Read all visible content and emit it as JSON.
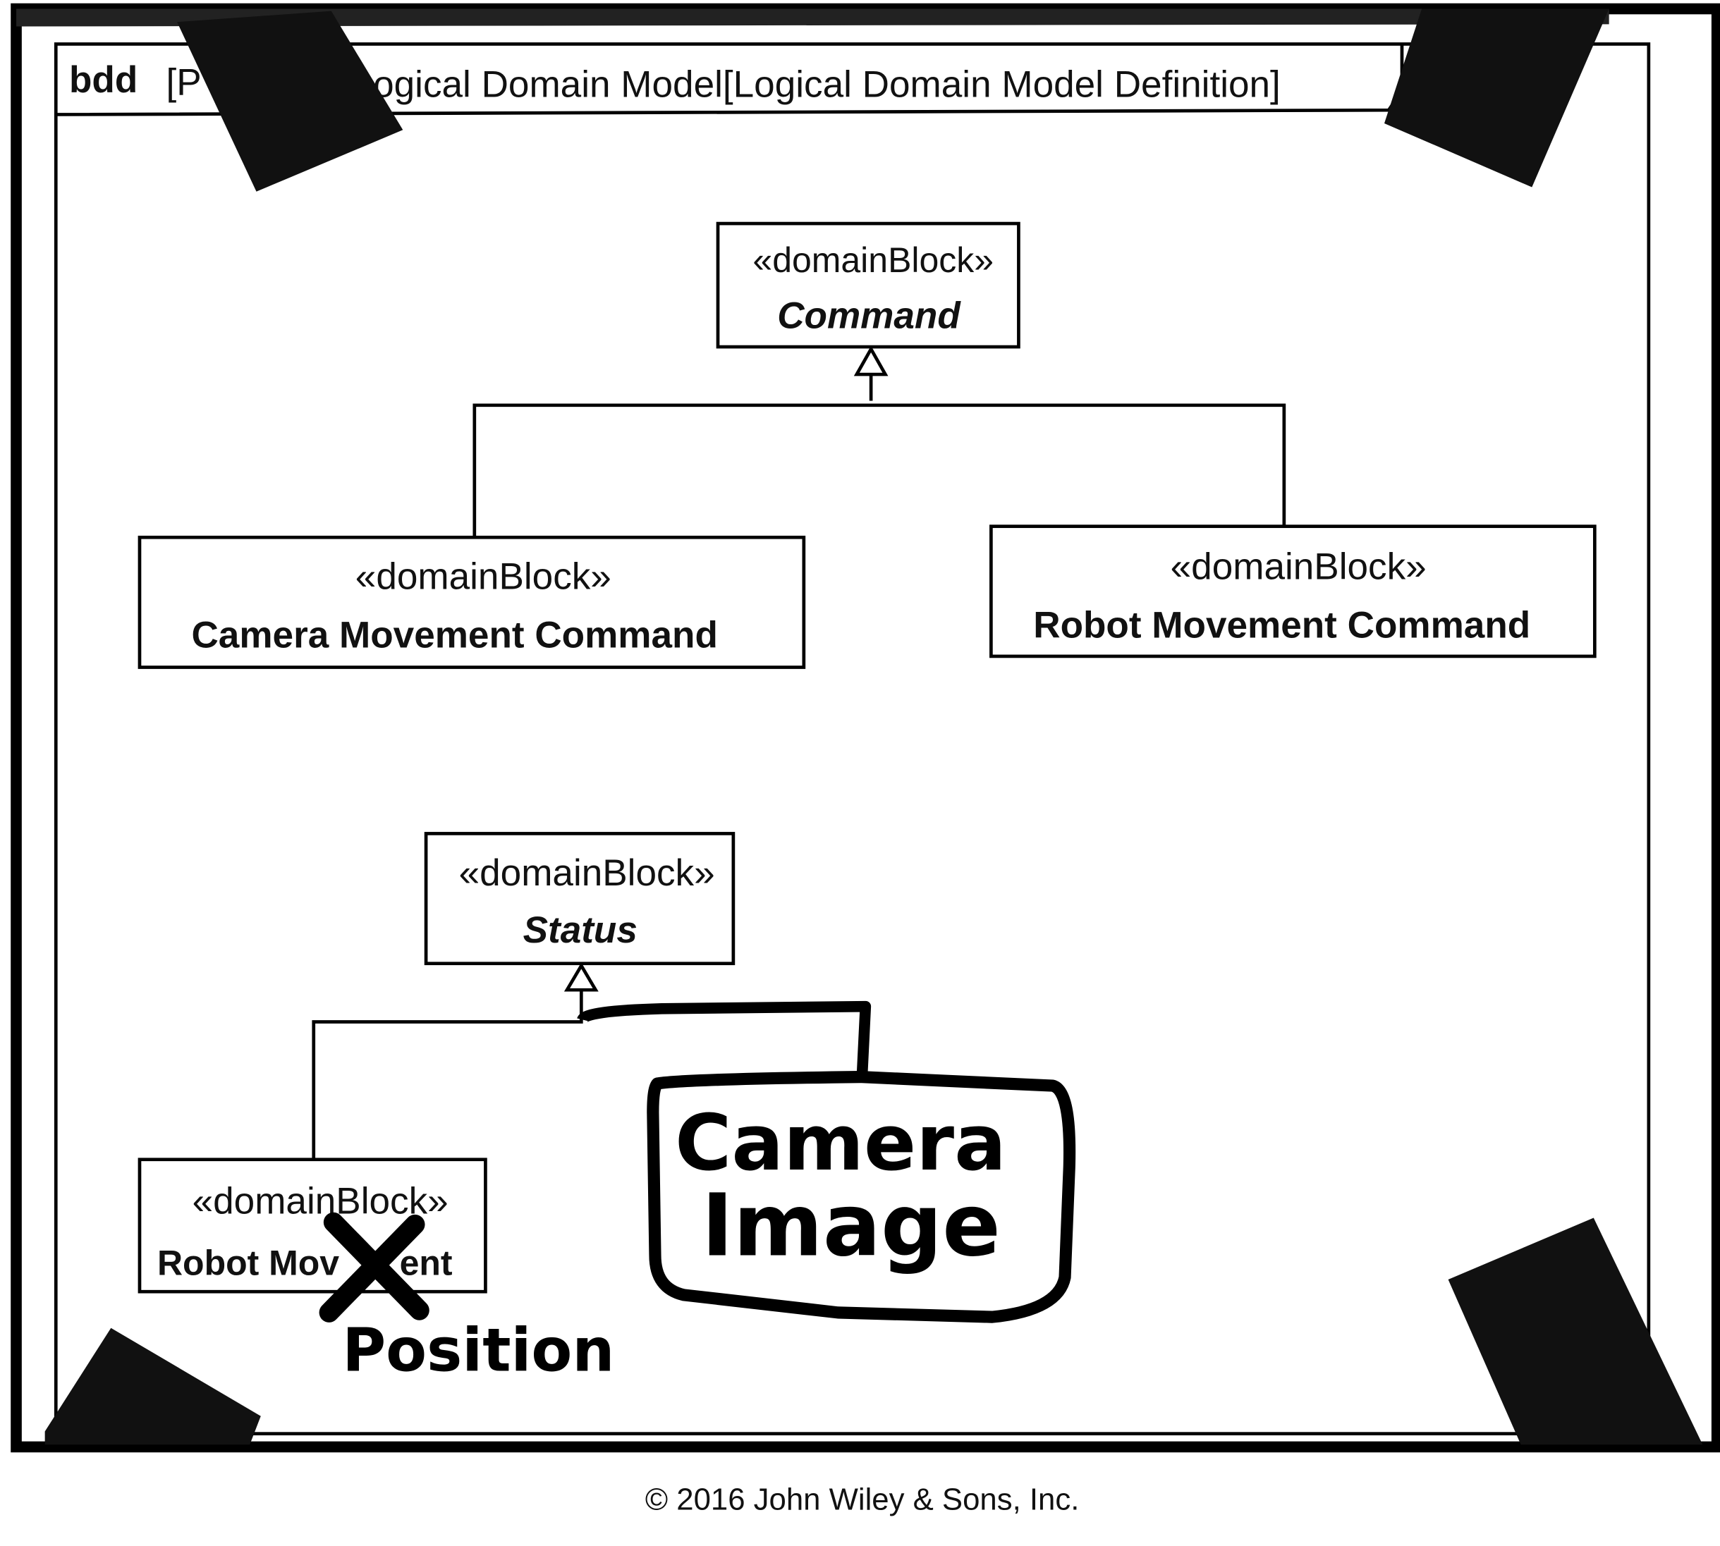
{
  "frame": {
    "kind": "bdd",
    "title_visible_start": "[P",
    "title_visible_end": "ogical Domain Model[Logical Domain Model Definition]"
  },
  "blocks": [
    {
      "stereotype": "«domainBlock»",
      "name": "Command",
      "italic": true
    },
    {
      "stereotype": "«domainBlock»",
      "name": "Camera Movement Command",
      "italic": false
    },
    {
      "stereotype": "«domainBlock»",
      "name": "Robot Movement Command",
      "italic": false
    },
    {
      "stereotype": "«domainBlock»",
      "name": "Status",
      "italic": true
    },
    {
      "stereotype": "«domainBlock»",
      "name_visible_start": "Robot Mov",
      "name_visible_end": "ent",
      "italic": false
    }
  ],
  "annotations": {
    "handwritten_block_line1": "Camera",
    "handwritten_block_line2": "Image",
    "handwritten_replacement": "Position"
  },
  "copyright": "© 2016 John Wiley & Sons, Inc."
}
